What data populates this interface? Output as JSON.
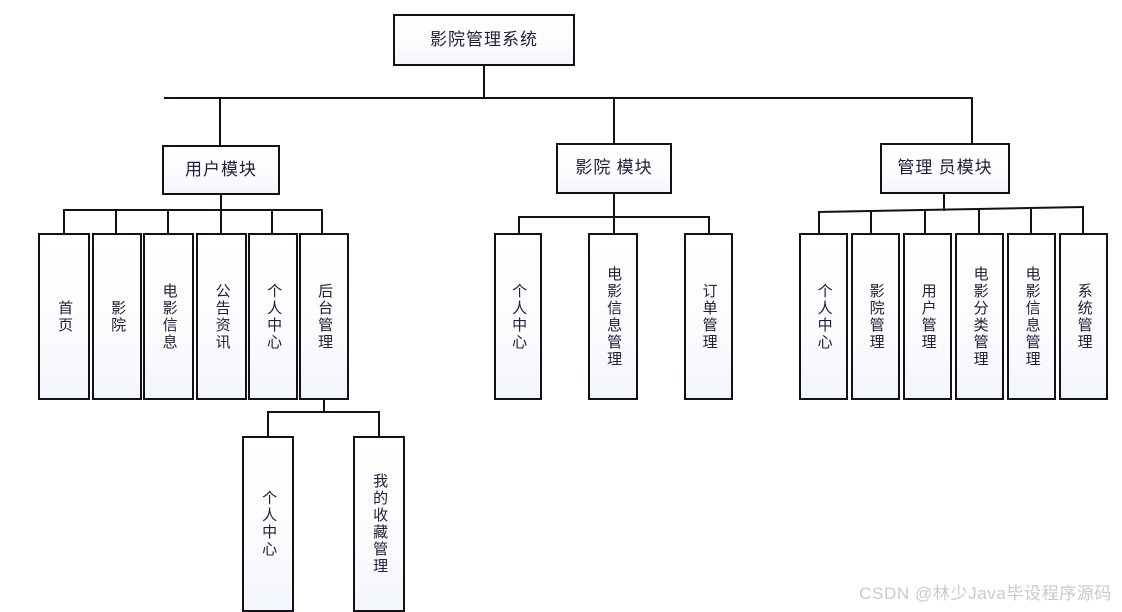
{
  "diagram": {
    "title": "影院管理系统",
    "type": "tree",
    "watermark": "CSDN @林少Java毕设程序源码"
  },
  "root": {
    "label": "影院管理系统"
  },
  "modules": [
    {
      "label": "用户模块"
    },
    {
      "label": "影院 模块"
    },
    {
      "label": "管理 员模块"
    }
  ],
  "user_children": [
    {
      "label": "首页"
    },
    {
      "label": "影院"
    },
    {
      "label": "电影信息"
    },
    {
      "label": "公告资讯"
    },
    {
      "label": "个人中心"
    },
    {
      "label": "后台管理"
    }
  ],
  "backend_children": [
    {
      "label": "个人中心"
    },
    {
      "label": "我的收藏管理"
    }
  ],
  "cinema_children": [
    {
      "label": "个人中心"
    },
    {
      "label": "电影信息管理"
    },
    {
      "label": "订单管理"
    }
  ],
  "admin_children": [
    {
      "label": "个人中心"
    },
    {
      "label": "影院管理"
    },
    {
      "label": "用户管理"
    },
    {
      "label": "电影分类管理"
    },
    {
      "label": "电影信息管理"
    },
    {
      "label": "系统管理"
    }
  ],
  "colors": {
    "stroke": "#111118",
    "box_fill": "#fdfdff",
    "text": "#20203c",
    "watermark": "#c9c9cd"
  }
}
